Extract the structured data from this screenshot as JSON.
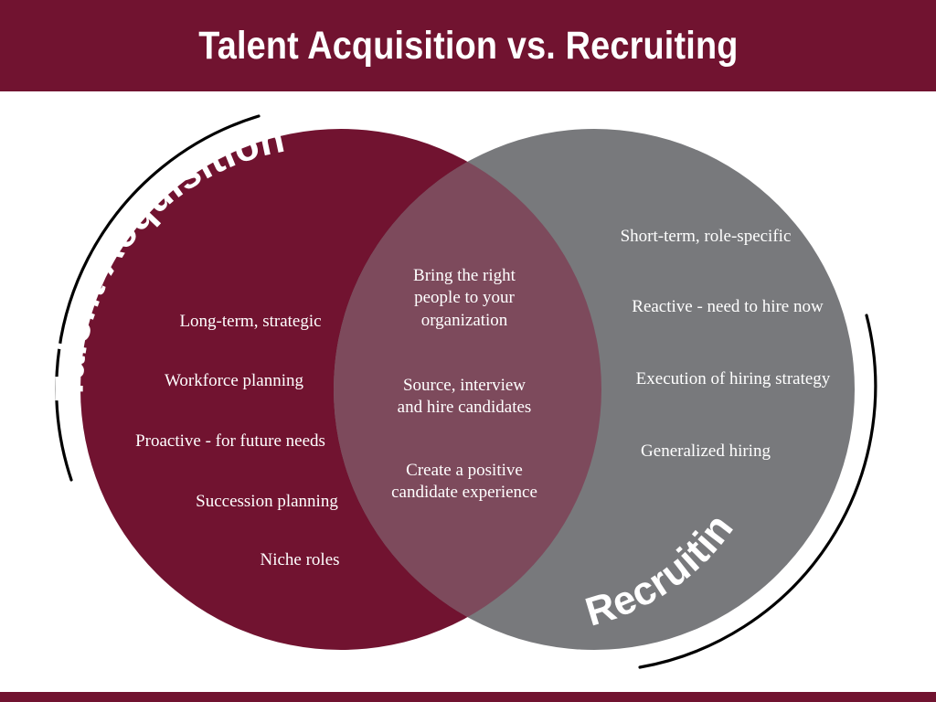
{
  "header": {
    "title": "Talent Acquisition vs. Recruiting",
    "bar_color": "#711330"
  },
  "footer": {
    "bar_color": "#711330"
  },
  "diagram": {
    "type": "venn",
    "background_color": "#ffffff",
    "left_circle": {
      "label": "Talent Acquisition",
      "fill_color": "#711330",
      "label_color": "#ffffff",
      "items": [
        "Long-term, strategic",
        "Workforce planning",
        "Proactive - for future needs",
        "Succession planning",
        "Niche roles"
      ]
    },
    "right_circle": {
      "label": "Recruiting",
      "fill_color": "#78797c",
      "label_color": "#ffffff",
      "items": [
        "Short-term, role-specific",
        "Reactive - need to hire now",
        "Execution of hiring strategy",
        "Generalized hiring"
      ]
    },
    "overlap": {
      "fill_color": "#7d4a5c",
      "text_color": "#ffffff",
      "items": [
        "Bring the right people to your organization",
        "Source, interview and hire candidates",
        "Create a positive candidate experience"
      ],
      "items_lines": [
        [
          "Bring the right",
          "people to your",
          "organization"
        ],
        [
          "Source, interview",
          "and hire candidates"
        ],
        [
          "Create a positive",
          "candidate experience"
        ]
      ]
    },
    "accent_arcs": {
      "stroke_color": "#000000",
      "count": 2
    }
  }
}
